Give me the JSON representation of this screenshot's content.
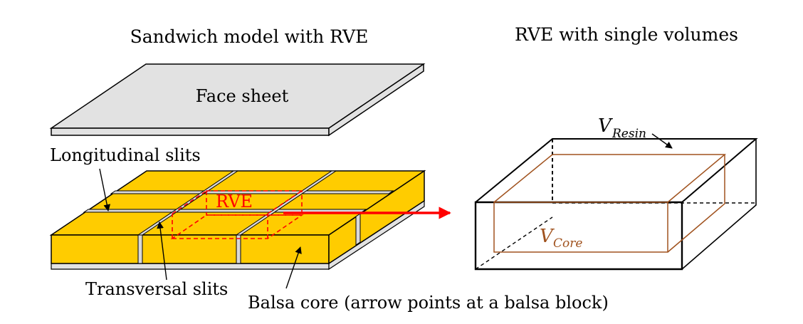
{
  "titles": {
    "left": "Sandwich model with RVE",
    "right": "RVE with single volumes"
  },
  "labels": {
    "face_sheet": "Face sheet",
    "longitudinal_slits": "Longitudinal slits",
    "transversal_slits": "Transversal slits",
    "rve": "RVE",
    "balsa_core": "Balsa core (arrow points at a balsa block)",
    "v_resin_base": "V",
    "v_resin_sub": "Resin",
    "v_core_base": "V",
    "v_core_sub": "Core"
  },
  "colors": {
    "balsa": "#FFCC00",
    "face_sheet": "#E2E2E2",
    "slit": "#D9D9D9",
    "rve_marker": "#FF0000",
    "core_outline": "#A0521E",
    "ink": "#000000"
  }
}
